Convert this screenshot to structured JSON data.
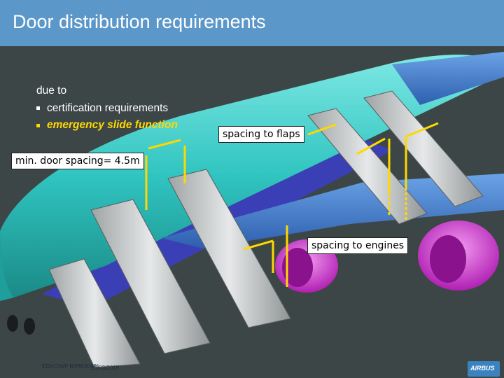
{
  "header": {
    "title": "Door distribution requirements"
  },
  "requirements": {
    "intro": "due to",
    "items": [
      "certification requirements",
      "emergency slide function"
    ]
  },
  "annotations": {
    "door_spacing": "min. door spacing= 4.5m",
    "flaps_spacing": "spacing to flaps",
    "engines_spacing": "spacing to engines"
  },
  "footer": {
    "reference": "EDXC/WP R/PB/2009/",
    "date": "15/03/2019",
    "logo_text": "AIRBUS"
  },
  "colors": {
    "header": "#5b97c9",
    "fuselage": "#32c5c0",
    "wing": "#3d78c8",
    "engine": "#d43cd6",
    "highlight": "#ffd800",
    "slide": "#c8cccd"
  }
}
